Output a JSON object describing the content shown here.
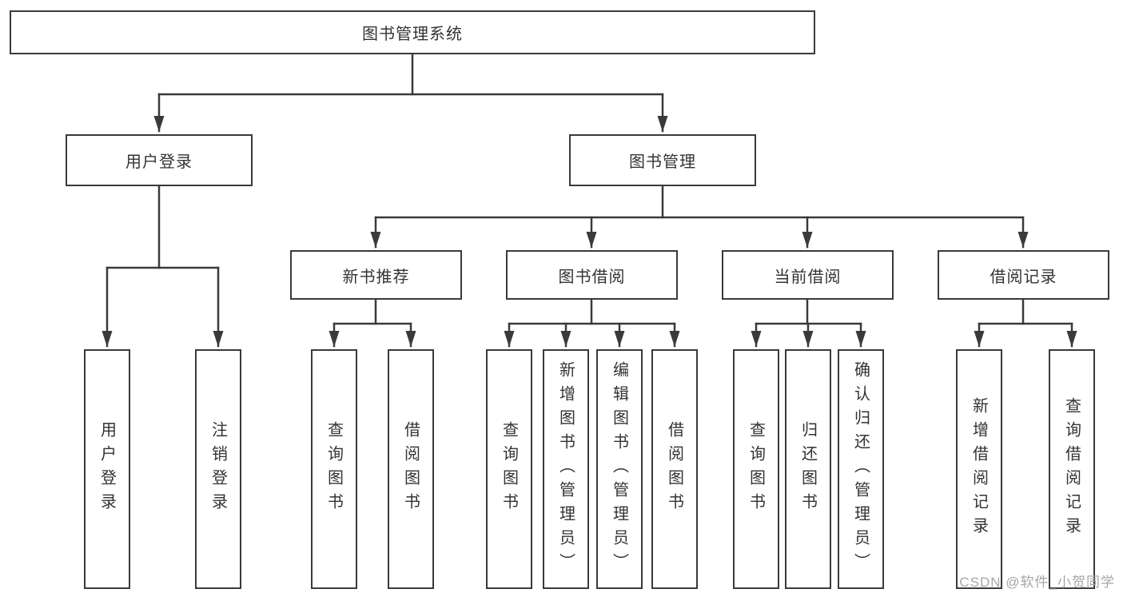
{
  "diagram_title": "图书管理系统",
  "nodes": {
    "root": "图书管理系统",
    "user_login_branch": "用户登录",
    "book_mgmt_branch": "图书管理",
    "user_login_children": [
      "用户登录",
      "注销登录"
    ],
    "groups": [
      {
        "label": "新书推荐",
        "children": [
          "查询图书",
          "借阅图书"
        ]
      },
      {
        "label": "图书借阅",
        "children": [
          "查询图书",
          "新增图书（管理员）",
          "编辑图书（管理员）",
          "借阅图书"
        ]
      },
      {
        "label": "当前借阅",
        "children": [
          "查询图书",
          "归还图书",
          "确认归还（管理员）"
        ]
      },
      {
        "label": "借阅记录",
        "children": [
          "新增借阅记录",
          "查询借阅记录"
        ]
      }
    ]
  },
  "watermark": "CSDN @软件_小贺同学",
  "colors": {
    "line": "#3a3a3a",
    "text": "#333333",
    "watermark": "#a6a6a6",
    "background": "#ffffff"
  }
}
